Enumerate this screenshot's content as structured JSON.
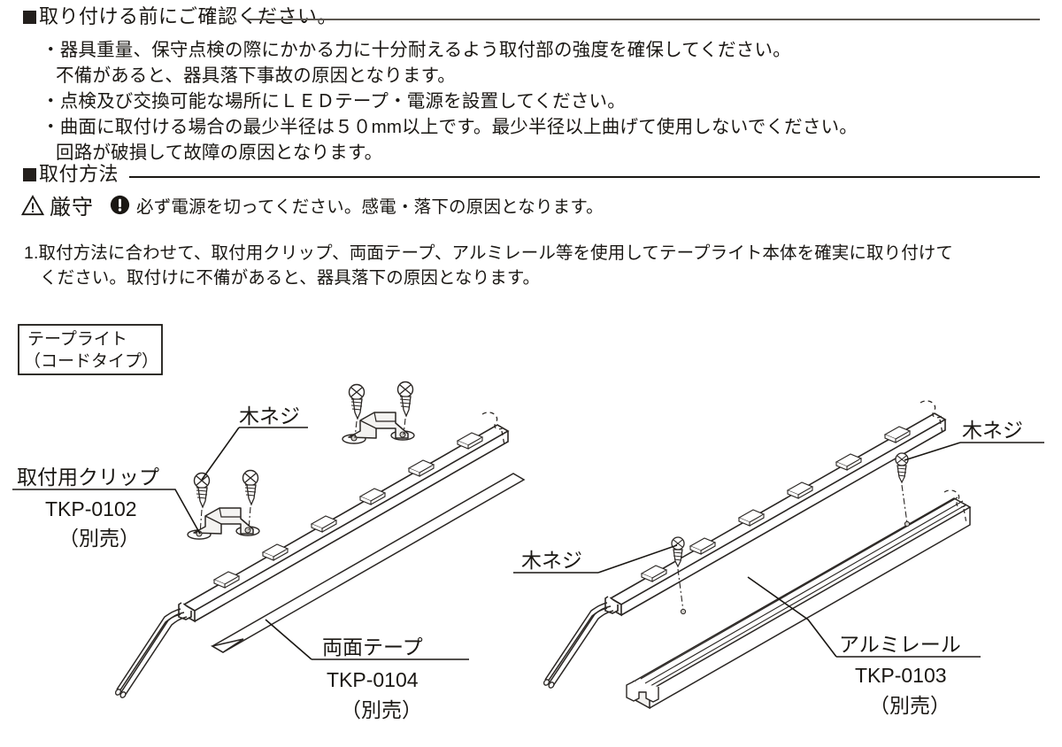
{
  "sections": {
    "before_install": {
      "heading": "取り付ける前にご確認ください。",
      "bullets": [
        {
          "line1": "・器具重量、保守点検の際にかかる力に十分耐えるよう取付部の強度を確保してください。",
          "line2": "不備があると、器具落下事故の原因となります。"
        },
        {
          "line1": "・点検及び交換可能な場所にＬＥＤテープ・電源を設置してください。",
          "line2": ""
        },
        {
          "line1": "・曲面に取付ける場合の最少半径は５０mm以上です。最少半径以上曲げて使用しないでください。",
          "line2": "回路が破損して故障の原因となります。"
        }
      ]
    },
    "install_method": {
      "heading": "取付方法",
      "warning": {
        "triangle_icon": "warning-triangle-icon",
        "label": "厳守",
        "exclamation_icon": "exclamation-circle-icon",
        "text": "必ず電源を切ってください。感電・落下の原因となります。"
      },
      "steps": [
        {
          "number": "1.",
          "line1": "取付方法に合わせて、取付用クリップ、両面テープ、アルミレール等を使用してテープライト本体を確実に取り付けて",
          "line2": "ください。取付けに不備があると、器具落下の原因となります。"
        }
      ]
    }
  },
  "diagram": {
    "tape_light_box": {
      "line1": "テープライト",
      "line2": "（コードタイプ）"
    },
    "labels": {
      "clip": {
        "name": "取付用クリップ",
        "code": "TKP-0102",
        "sold_separately": "（別売）"
      },
      "wood_screw_left": "木ネジ",
      "double_sided_tape": {
        "name": "両面テープ",
        "code": "TKP-0104",
        "sold_separately": "（別売）"
      },
      "wood_screw_right_top": "木ネジ",
      "wood_screw_right_mid": "木ネジ",
      "aluminum_rail": {
        "name": "アルミレール",
        "code": "TKP-0103",
        "sold_separately": "（別売）"
      }
    }
  },
  "colors": {
    "ink": "#1a1713",
    "rule_gray": "#5b5650",
    "line": "#2a2623",
    "fill_light": "#f2f1ef",
    "fill_mid": "#dddbd7"
  }
}
